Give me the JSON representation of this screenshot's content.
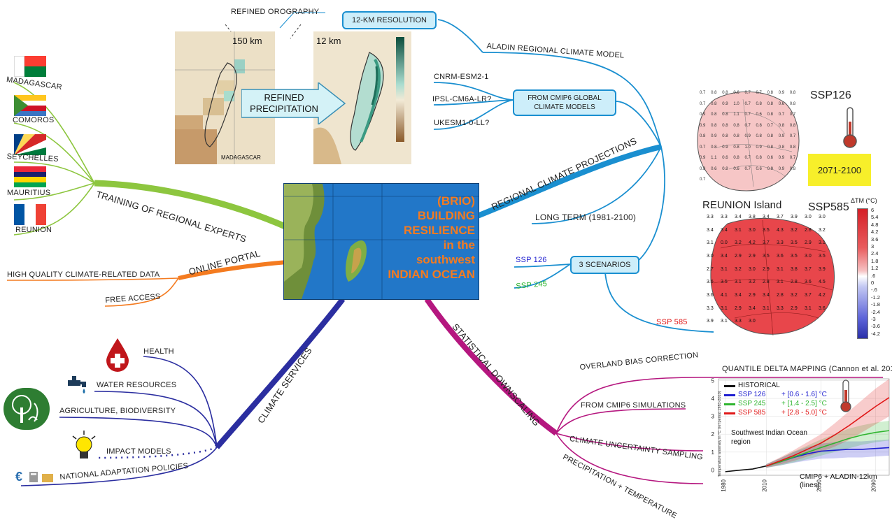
{
  "center": {
    "lines": [
      "(BRIO)",
      "BUILDING",
      "RESILIENCE",
      "in the",
      "southwest",
      "INDIAN OCEAN"
    ]
  },
  "branches": {
    "training": "TRAINING OF REGIONAL EXPERTS",
    "portal": "ONLINE PORTAL",
    "services": "CLIMATE SERVICES",
    "projections": "REGIONAL CLIMATE PROJECTIONS",
    "downscaling": "STATISTICAL DOWNSCALING"
  },
  "training_countries": [
    "MADAGASCAR",
    "COMOROS",
    "SEYCHELLES",
    "MAURITIUS",
    "REUNION"
  ],
  "portal_items": [
    "HIGH QUALITY CLIMATE-RELATED DATA",
    "FREE ACCESS"
  ],
  "services_items": [
    "HEALTH",
    "WATER RESOURCES",
    "AGRICULTURE, BIODIVERSITY",
    "IMPACT MODELS",
    "NATIONAL ADAPTATION POLICIES"
  ],
  "projections": {
    "resolution_box": "12-KM RESOLUTION",
    "refined_orography": "REFINED OROGRAPHY",
    "aladin": "ALADIN REGIONAL CLIMATE MODEL",
    "cmip6_box_line1": "FROM CMIP6 GLOBAL",
    "cmip6_box_line2": "CLIMATE MODELS",
    "models": [
      "CNRM-ESM2-1",
      "IPSL-CM6A-LR?",
      "UKESM1-0-LL?"
    ],
    "long_term": "LONG TERM (1981-2100)",
    "scenarios_box": "3 SCENARIOS",
    "scenarios": [
      {
        "label": "SSP 126",
        "color": "#1f1fd0"
      },
      {
        "label": "SSP 245",
        "color": "#2fb52f"
      },
      {
        "label": "SSP 585",
        "color": "#e01818"
      }
    ]
  },
  "map_panel": {
    "left_label": "150 km",
    "right_label": "12 km",
    "arrow_line1": "REFINED",
    "arrow_line2": "PRECIPITATION",
    "country": "MADAGASCAR"
  },
  "reunion": {
    "ssp126_title": "SSP126",
    "period": "2071-2100",
    "island_title": "REUNION Island",
    "ssp585_title": "SSP585",
    "colorbar_title": "ΔTM (°C)",
    "colorbar_ticks": [
      "6",
      "5.4",
      "4.8",
      "4.2",
      "3.6",
      "3",
      "2.4",
      "1.8",
      "1.2",
      ".6",
      "0",
      "-.6",
      "-1.2",
      "-1.8",
      "-2.4",
      "-3",
      "-3.6",
      "-4.2"
    ],
    "ssp585_values": [
      "3.3",
      "3.3",
      "3.4",
      "3.8",
      "3.4",
      "3.7",
      "3.9",
      "3.0",
      "3.0",
      "3.4",
      "3.4",
      "3.1",
      "3.0",
      "3.5",
      "4.3",
      "3.2",
      "2.8",
      "3.2",
      "3.1",
      "0.0",
      "3.2",
      "4.2",
      "3.7",
      "3.3",
      "3.5",
      "2.9",
      "3.1",
      "3.0",
      "3.4",
      "2.9",
      "2.9",
      "3.5",
      "3.6",
      "3.5",
      "3.0",
      "3.5",
      "2.7",
      "3.1",
      "3.2",
      "3.0",
      "2.9",
      "3.1",
      "3.8",
      "3.7",
      "3.9",
      "3.6",
      "3.5",
      "3.1",
      "3.2",
      "2.8",
      "3.1",
      "2.8",
      "3.6",
      "4.5",
      "3.6",
      "4.1",
      "3.4",
      "2.9",
      "3.4",
      "2.8",
      "3.2",
      "3.7",
      "4.2",
      "3.3",
      "3.1",
      "2.9",
      "3.4",
      "3.1",
      "3.3",
      "2.9",
      "3.1",
      "3.6",
      "3.9",
      "3.1",
      "3.3",
      "3.0"
    ],
    "ssp126_values": [
      "0.7",
      "0.8",
      "0.8",
      "0.6",
      "0.7",
      "0.7",
      "0.8",
      "0.9",
      "0.8",
      "0.7",
      "0.8",
      "0.9",
      "1.0",
      "0.7",
      "0.8",
      "0.8",
      "0.6",
      "0.8",
      "0.9",
      "0.8",
      "0.8",
      "1.1",
      "0.7",
      "0.6",
      "0.8",
      "0.7",
      "0.7",
      "0.9",
      "0.8",
      "0.8",
      "0.8",
      "0.7",
      "0.8",
      "0.7",
      "0.8",
      "0.8",
      "0.8",
      "0.9",
      "0.8",
      "0.8",
      "0.9",
      "0.8",
      "0.8",
      "0.9",
      "0.7",
      "0.7",
      "0.8",
      "0.9",
      "0.8",
      "1.0",
      "0.9",
      "0.8",
      "0.8",
      "0.8",
      "0.9",
      "1.1",
      "0.6",
      "0.8",
      "0.7",
      "0.8",
      "0.6",
      "0.9",
      "0.7",
      "0.8",
      "0.6",
      "0.8",
      "0.6",
      "0.7",
      "0.6",
      "0.9",
      "0.9",
      "0.8",
      "0.7"
    ]
  },
  "downscaling": {
    "items": [
      "OVERLAND BIAS CORRECTION",
      "FROM CMIP6 SIMULATIONS",
      "CLIMATE UNCERTAINTY SAMPLING",
      "PRECIPITATION + TEMPERATURE"
    ],
    "qdm": "QUANTILE DELTA MAPPING (Cannon et al. 2015)"
  },
  "chart_data": {
    "type": "line",
    "ylabel": "Temperature anomaly in °C (ref period 1981-2010)",
    "xlabel": "CMIP6 + ALADIN-12km (lines)",
    "x_ticks": [
      "1980",
      "2010",
      "2050",
      "2090"
    ],
    "y_ticks": [
      "0",
      "1",
      "2",
      "3",
      "4",
      "5"
    ],
    "xlim": [
      1975,
      2100
    ],
    "ylim": [
      -0.3,
      5.1
    ],
    "region_note_line1": "Southwest Indian Ocean",
    "region_note_line2": "region",
    "x": [
      1980,
      1990,
      2000,
      2010,
      2020,
      2030,
      2040,
      2050,
      2060,
      2070,
      2080,
      2090,
      2100
    ],
    "series": [
      {
        "name": "HISTORICAL",
        "range": "",
        "color": "#111111",
        "values": [
          -0.1,
          -0.02,
          0.05,
          0.22,
          null,
          null,
          null,
          null,
          null,
          null,
          null,
          null,
          null
        ]
      },
      {
        "name": "SSP 126",
        "range": "+ [0.6 - 1.6] °C",
        "color": "#1f1fd0",
        "values": [
          null,
          null,
          null,
          0.22,
          0.45,
          0.7,
          0.9,
          1.05,
          1.1,
          1.15,
          1.15,
          1.2,
          1.25
        ]
      },
      {
        "name": "SSP 245",
        "range": "+ [1.4 - 2.5] °C",
        "color": "#2fb52f",
        "values": [
          null,
          null,
          null,
          0.22,
          0.45,
          0.72,
          0.98,
          1.25,
          1.5,
          1.75,
          1.95,
          2.1,
          2.2
        ]
      },
      {
        "name": "SSP 585",
        "range": "+ [2.8 - 5.0] °C",
        "color": "#e01818",
        "values": [
          null,
          null,
          null,
          0.22,
          0.5,
          0.8,
          1.15,
          1.5,
          1.95,
          2.45,
          3.0,
          3.55,
          4.05
        ]
      }
    ],
    "band_halfwidth": [
      [
        null,
        null,
        null,
        0.1,
        0.2,
        0.3,
        0.38,
        0.42,
        0.45,
        0.45,
        0.45,
        0.45,
        0.45
      ],
      [
        null,
        null,
        null,
        0.1,
        0.2,
        0.3,
        0.38,
        0.45,
        0.5,
        0.55,
        0.55,
        0.55,
        0.55
      ],
      [
        null,
        null,
        null,
        0.1,
        0.2,
        0.3,
        0.4,
        0.5,
        0.65,
        0.8,
        0.9,
        1.0,
        1.05
      ]
    ]
  }
}
